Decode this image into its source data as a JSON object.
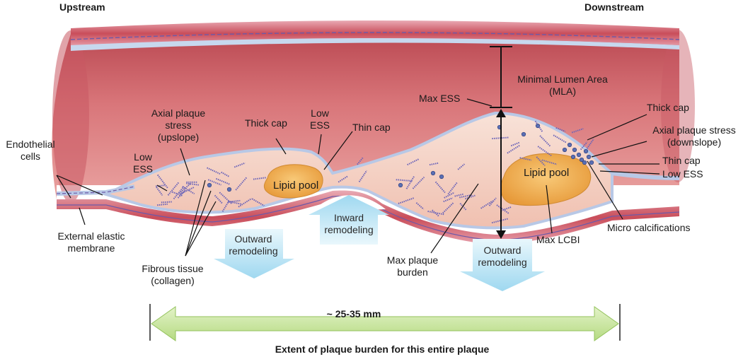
{
  "labels": {
    "upstream": "Upstream",
    "downstream": "Downstream",
    "mla": "Minimal Lumen Area\n(MLA)",
    "max_ess": "Max ESS",
    "thick_cap_right": "Thick cap",
    "axial_downslope": "Axial plaque stress\n(downslope)",
    "thin_cap_right": "Thin cap",
    "low_ess_right": "Low ESS",
    "micro_calcifications": "Micro calcifications",
    "max_lcbi": "Max LCBI",
    "lipid_pool_right": "Lipid pool",
    "lipid_pool_left": "Lipid pool",
    "endothelial": "Endothelial\ncells",
    "axial_upslope": "Axial plaque\nstress\n(upslope)",
    "low_ess_left": "Low\nESS",
    "thick_cap_left": "Thick cap",
    "low_ess_mid": "Low\nESS",
    "thin_cap_left": "Thin cap",
    "external_elastic": "External elastic\nmembrane",
    "fibrous_tissue": "Fibrous tissue\n(collagen)",
    "outward_left": "Outward\nremodeling",
    "inward": "Inward\nremodeling",
    "max_plaque_burden": "Max plaque\nburden",
    "outward_right": "Outward\nremodeling",
    "length": "~ 25-35 mm",
    "extent": "Extent of plaque burden for this entire plaque"
  },
  "colors": {
    "vessel_wall": "#c9505a",
    "lumen": "#d26a70",
    "plaque": "#f4d2c6",
    "lipid": "#f1b35a",
    "arrow_blue": "#bfe6f5",
    "green_arrow": "#c5e49a",
    "intima": "#c7d8ee"
  },
  "icons": {
    "remodeling_arrows": "block-arrow-icon",
    "length_arrow": "double-headed-arrow-icon",
    "collagen": "collagen-fiber-icon",
    "calcification": "calcification-dot-icon"
  }
}
